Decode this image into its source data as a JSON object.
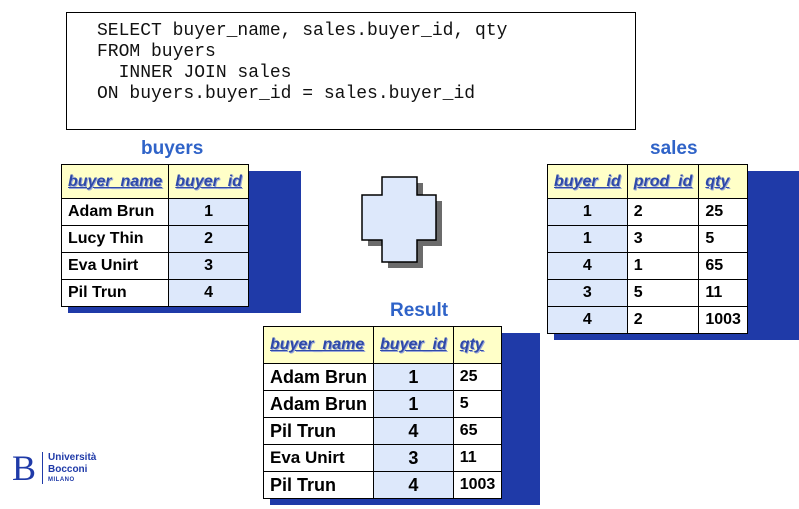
{
  "sql": {
    "lines": [
      "SELECT buyer_name, sales.buyer_id, qty",
      "FROM buyers",
      "  INNER JOIN sales",
      "ON buyers.buyer_id = sales.buyer_id"
    ]
  },
  "buyers": {
    "title": "buyers",
    "headers": [
      "buyer_name",
      "buyer_id"
    ],
    "rows": [
      [
        "Adam Brun",
        "1"
      ],
      [
        "Lucy Thin",
        "2"
      ],
      [
        "Eva Unirt",
        "3"
      ],
      [
        "Pil Trun",
        "4"
      ]
    ]
  },
  "sales": {
    "title": "sales",
    "headers": [
      "buyer_id",
      "prod_id",
      "qty"
    ],
    "rows": [
      [
        "1",
        "2",
        "25"
      ],
      [
        "1",
        "3",
        "5"
      ],
      [
        "4",
        "1",
        "65"
      ],
      [
        "3",
        "5",
        "11"
      ],
      [
        "4",
        "2",
        "1003"
      ]
    ]
  },
  "result": {
    "title": "Result",
    "headers": [
      "buyer_name",
      "buyer_id",
      "qty"
    ],
    "rows": [
      [
        "Adam Brun",
        "1",
        "25"
      ],
      [
        "Adam Brun",
        "1",
        "5"
      ],
      [
        "Pil Trun",
        "4",
        "65"
      ],
      [
        "Eva Unirt",
        "3",
        "11"
      ],
      [
        "Pil Trun",
        "4",
        "1003"
      ]
    ]
  },
  "logo": {
    "letter": "B",
    "line1": "Università",
    "line2": "Bocconi",
    "line3": "MILANO",
    "color": "#1f3aa8"
  },
  "colors": {
    "header_bg": "#ffffc8",
    "header_text": "#2f4aa8",
    "id_cell_bg": "#dde8fb",
    "shadow": "#1f3aa8",
    "title_text": "#2f63c8",
    "plus_fill": "#dde8fb"
  }
}
